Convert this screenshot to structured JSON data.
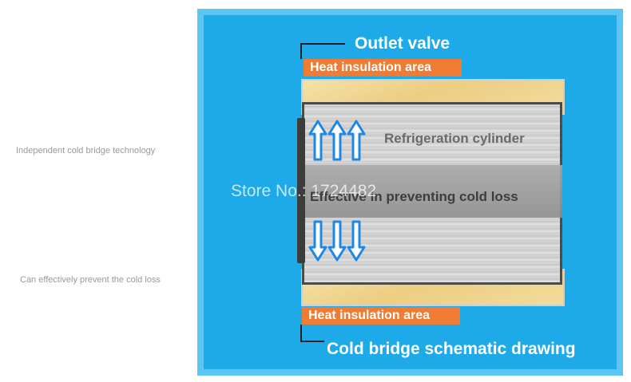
{
  "side_notes": {
    "line1": "Independent cold bridge technology",
    "line2": "Can effectively prevent the cold loss"
  },
  "diagram": {
    "outlet_valve_label": "Outlet valve",
    "insulation_top_label": "Heat insulation area",
    "insulation_bottom_label": "Heat insulation area",
    "cylinder_label": "Refrigeration cylinder",
    "effect_label": "Effective in preventing cold loss",
    "caption": "Cold bridge schematic drawing",
    "watermark": "Store No.: 1724482"
  },
  "colors": {
    "panel_blue": "#1ea9e8",
    "tag_orange": "#f07b33",
    "arrow_blue": "#1e88e5"
  }
}
